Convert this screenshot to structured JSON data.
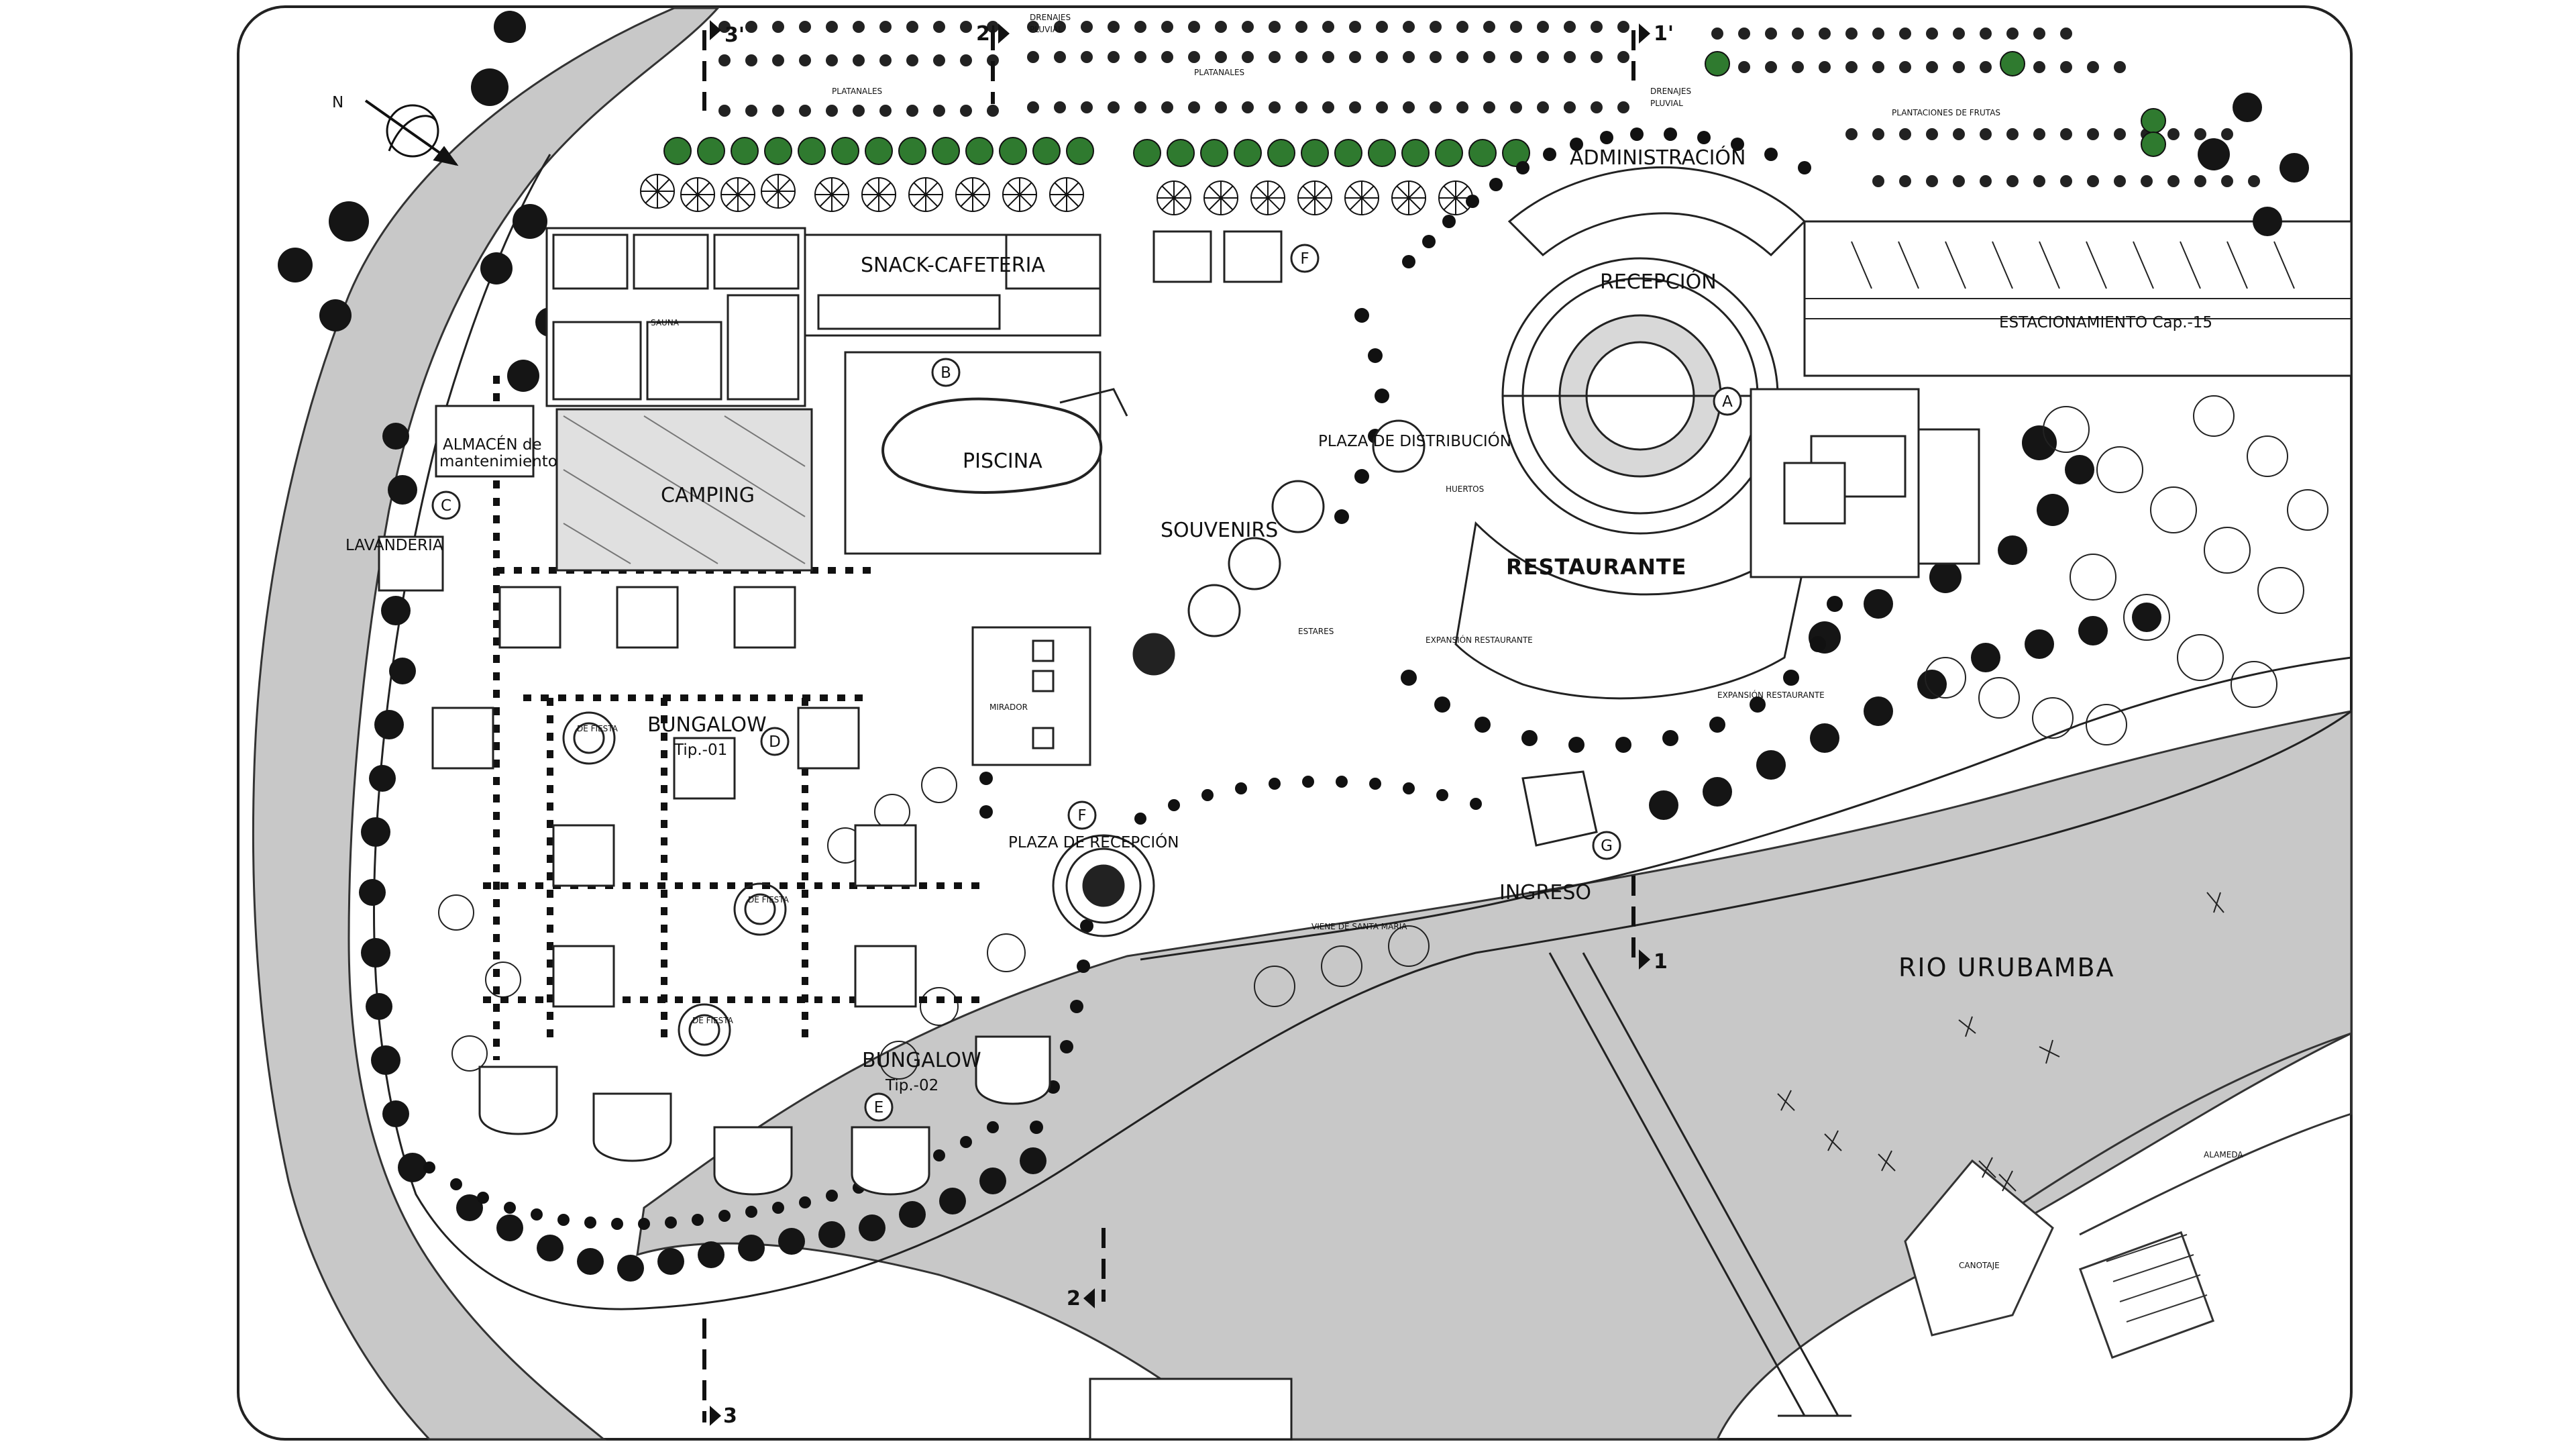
{
  "labels": {
    "administracion": "ADMINISTRACIÓN",
    "recepcion": "RECEPCIÓN",
    "estacionamiento": "ESTACIONAMIENTO Cap.-15",
    "snack": "SNACK-CAFETERIA",
    "sauna": "SAUNA",
    "almacen_1": "ALMACÉN de",
    "almacen_2": "mantenimiento",
    "camping": "CAMPING",
    "lavanderia": "LAVANDERÍA",
    "piscina": "PISCINA",
    "souvenirs": "SOUVENIRS",
    "plaza_distribucion": "PLAZA DE DISTRIBUCIÓN",
    "huertos": "HUERTOS",
    "restaurante": "RESTAURANTE",
    "estares": "ESTARES",
    "mirador": "MIRADOR",
    "bungalow1": "BUNGALOW",
    "bungalow1_tipo": "Tip.-01",
    "bungalow2": "BUNGALOW",
    "bungalow2_tipo": "Tip.-02",
    "plaza_recepcion": "PLAZA DE RECEPCIÓN",
    "ingreso": "INGRESO",
    "viene": "VIENE DE SANTA MARÍA",
    "rio": "RIO URUBAMBA",
    "alameda": "ALAMEDA",
    "canotaje": "CANOTAJE",
    "platanales_a": "PLATANALES",
    "platanales_b": "PLATANALES",
    "drenajes_a1": "DRENAJES",
    "drenajes_a2": "PLUVIAL",
    "drenajes_b1": "DRENAJES",
    "drenajes_b2": "PLUVIAL",
    "plantaciones": "PLANTACIONES DE FRUTAS",
    "expansion_1": "EXPANSIÓN RESTAURANTE",
    "expansion_2": "EXPANSIÓN RESTAURANTE",
    "plaza_small_1": "DE FIESTA",
    "plaza_small_2": "DE FIESTA",
    "plaza_small_3": "DE FIESTA",
    "north": "N"
  },
  "markers": {
    "A": "A",
    "B": "B",
    "C": "C",
    "D": "D",
    "E": "E",
    "F1": "F",
    "F2": "F",
    "G": "G"
  },
  "sections": {
    "s1_top": "1'",
    "s1_bottom": "1",
    "s2_top": "2'",
    "s2_bottom": "2",
    "s3_top": "3'",
    "s3_bottom": "3"
  },
  "colors": {
    "line": "#1a1a1a",
    "water": "#c8c8c8",
    "tree_dark": "#111111",
    "tree_green": "#2f7a2f",
    "paper": "#ffffff"
  }
}
